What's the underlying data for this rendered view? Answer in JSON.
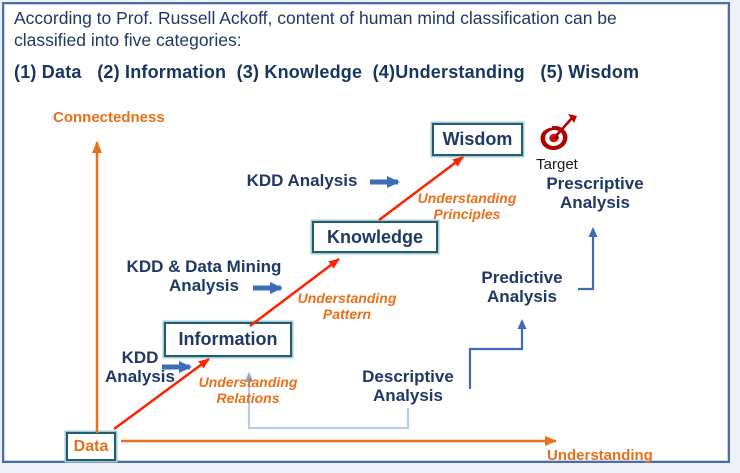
{
  "intro": "According to Prof. Russell Ackoff, content of human mind classification can be classified into five categories:",
  "categories": "(1) Data   (2) Information  (3) Knowledge  (4)Understanding   (5) Wisdom",
  "axes": {
    "y": "Connectedness",
    "x": "Understanding"
  },
  "boxes": {
    "data": "Data",
    "information": "Information",
    "knowledge": "Knowledge",
    "wisdom": "Wisdom"
  },
  "process_labels": {
    "kdd_lower": [
      "KDD",
      "Analysis"
    ],
    "kdd_mid": [
      "KDD & Data Mining",
      "Analysis"
    ],
    "kdd_upper": "KDD Analysis"
  },
  "analysis_labels": {
    "descriptive": [
      "Descriptive",
      "Analysis"
    ],
    "predictive": [
      "Predictive",
      "Analysis"
    ],
    "prescriptive": [
      "Prescriptive",
      "Analysis"
    ]
  },
  "understanding_labels": {
    "relations": [
      "Understanding",
      "Relations"
    ],
    "pattern": [
      "Understanding",
      "Pattern"
    ],
    "principles": [
      "Understanding",
      "Principles"
    ]
  },
  "target_label": "Target",
  "icons": {
    "target": "dartboard-with-dart-icon"
  },
  "colors": {
    "navy_text": "#1F3864",
    "orange": "#E8701A",
    "red_trend_line": "#FF2200",
    "royal_blue_arrow": "#3E6CB8",
    "pale_blue_connector": "#B9CCE8",
    "stage_box_border": "#1C5E6E",
    "frame_border": "#4A6DA8"
  }
}
